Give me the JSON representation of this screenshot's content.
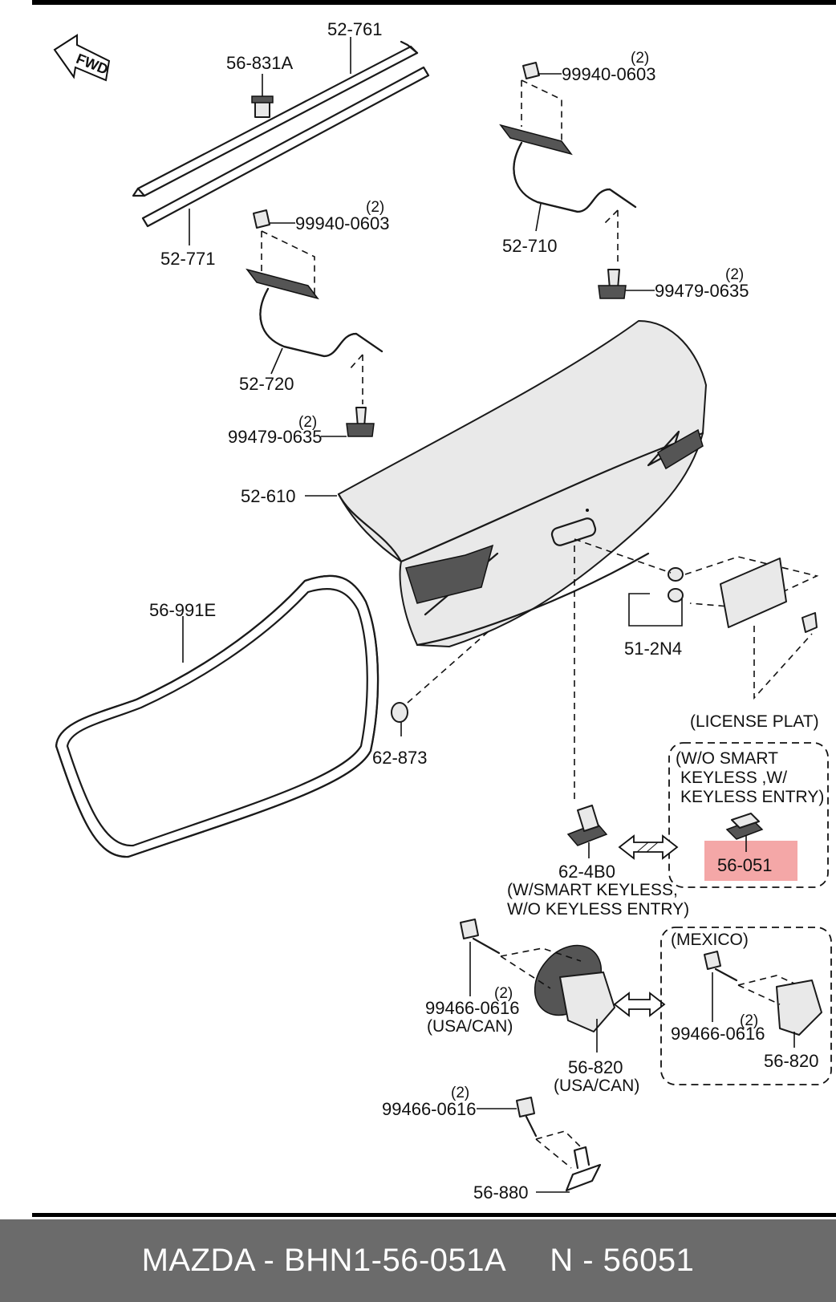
{
  "diagram": {
    "fwd_label": "FWD",
    "highlight_color": "#f4a7a7",
    "labels": {
      "p52_761": "52-761",
      "p56_831a": "56-831A",
      "p52_771": "52-771",
      "p99940_a": "99940-0603",
      "q99940_a": "(2)",
      "p99940_b": "99940-0603",
      "q99940_b": "(2)",
      "p52_710": "52-710",
      "p52_720": "52-720",
      "p99479_a": "99479-0635",
      "q99479_a": "(2)",
      "p99479_b": "99479-0635",
      "q99479_b": "(2)",
      "p52_610": "52-610",
      "p56_991e": "56-991E",
      "p51_2n4": "51-2N4",
      "p62_873": "62-873",
      "p62_4b0": "62-4B0",
      "p56_051": "56-051",
      "p99466_a": "99466-0616",
      "q99466_a": "(2)",
      "p99466_b": "99466-0616",
      "q99466_b": "(2)",
      "p99466_c": "99466-0616",
      "q99466_c": "(2)",
      "p56_820_a": "56-820",
      "p56_820_b": "56-820",
      "p56_880": "56-880"
    },
    "notes": {
      "license": "(LICENSE PLAT)",
      "wo_smart_1": "(W/O SMART",
      "wo_smart_2": "KEYLESS ,W/",
      "wo_smart_3": "KEYLESS ENTRY)",
      "w_smart_1": "(W/SMART KEYLESS,",
      "w_smart_2": "W/O KEYLESS ENTRY)",
      "usa_can_a": "(USA/CAN)",
      "usa_can_b": "(USA/CAN)",
      "mexico": "(MEXICO)"
    }
  },
  "footer": {
    "brand_part": "MAZDA - BHN1-56-051A",
    "ref": "N - 56051"
  }
}
